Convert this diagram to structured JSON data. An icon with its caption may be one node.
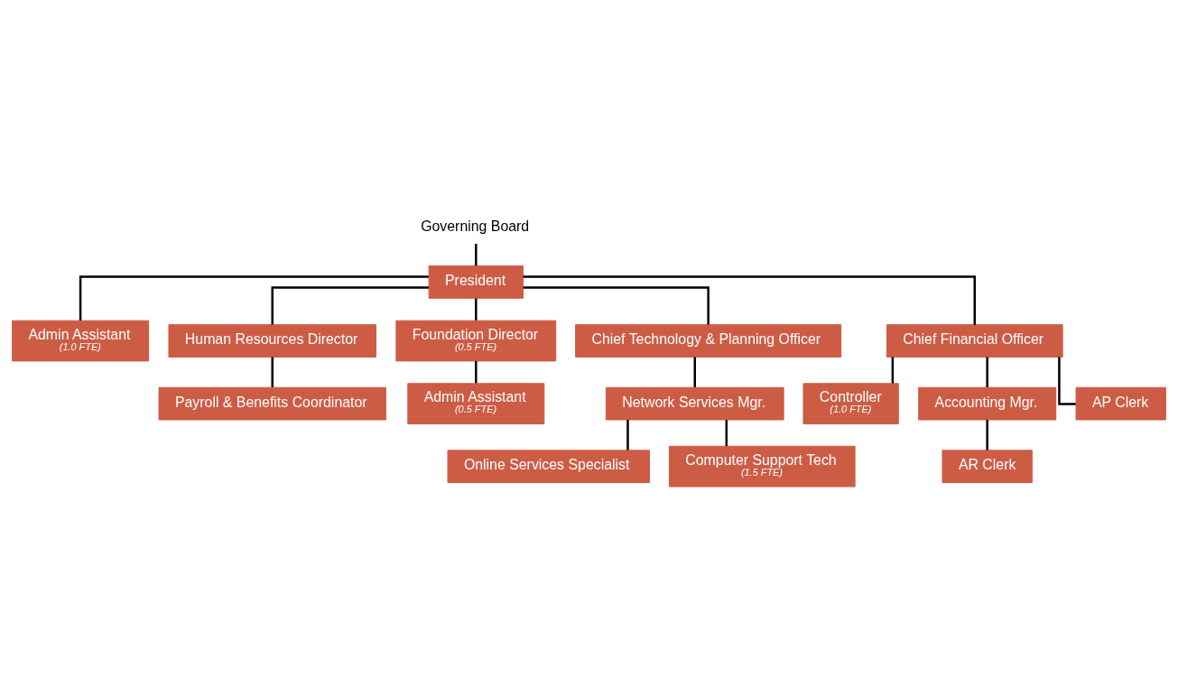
{
  "diagram": {
    "nodes": [
      {
        "text": [
          "Governing Board"
        ]
      },
      {
        "text": [
          "President"
        ]
      },
      {
        "text": [
          "Admin Assistant",
          "(1.0 FTE)"
        ]
      },
      {
        "text": [
          "Human Resources Director"
        ]
      },
      {
        "text": [
          "Payroll & Benefits Coordinator"
        ]
      },
      {
        "text": [
          "Foundation Director",
          "(0.5 FTE)"
        ]
      },
      {
        "text": [
          "Admin Assistant",
          "(0.5 FTE)"
        ]
      },
      {
        "text": [
          "Chief Technology & Planning Officer"
        ]
      },
      {
        "text": [
          "Network Services Mgr."
        ]
      },
      {
        "text": [
          "Online Services Specialist"
        ]
      },
      {
        "text": [
          "Computer Support Tech",
          "(1.5 FTE)"
        ]
      },
      {
        "text": [
          "Chief Financial Officer"
        ]
      },
      {
        "text": [
          "Controller",
          "(1.0 FTE)"
        ]
      },
      {
        "text": [
          "Accounting Mgr."
        ]
      },
      {
        "text": [
          "AR Clerk"
        ]
      },
      {
        "text": [
          "AP Clerk"
        ]
      }
    ],
    "edges": [
      {
        "from": 0,
        "to": 1,
        "arrow": "none"
      },
      {
        "from": 1,
        "to": 2,
        "arrow": "none"
      },
      {
        "from": 1,
        "to": 3,
        "arrow": "none"
      },
      {
        "from": 1,
        "to": 5,
        "arrow": "none"
      },
      {
        "from": 1,
        "to": 7,
        "arrow": "none"
      },
      {
        "from": 1,
        "to": 11,
        "arrow": "none"
      },
      {
        "from": 3,
        "to": 4,
        "arrow": "none"
      },
      {
        "from": 5,
        "to": 6,
        "arrow": "none"
      },
      {
        "from": 7,
        "to": 8,
        "arrow": "none"
      },
      {
        "from": 8,
        "to": 9,
        "arrow": "none"
      },
      {
        "from": 8,
        "to": 10,
        "arrow": "none"
      },
      {
        "from": 11,
        "to": 12,
        "arrow": "none"
      },
      {
        "from": 11,
        "to": 13,
        "arrow": "none"
      },
      {
        "from": 13,
        "to": 14,
        "arrow": "none"
      },
      {
        "from": 11,
        "to": 15,
        "arrow": "none"
      }
    ]
  }
}
